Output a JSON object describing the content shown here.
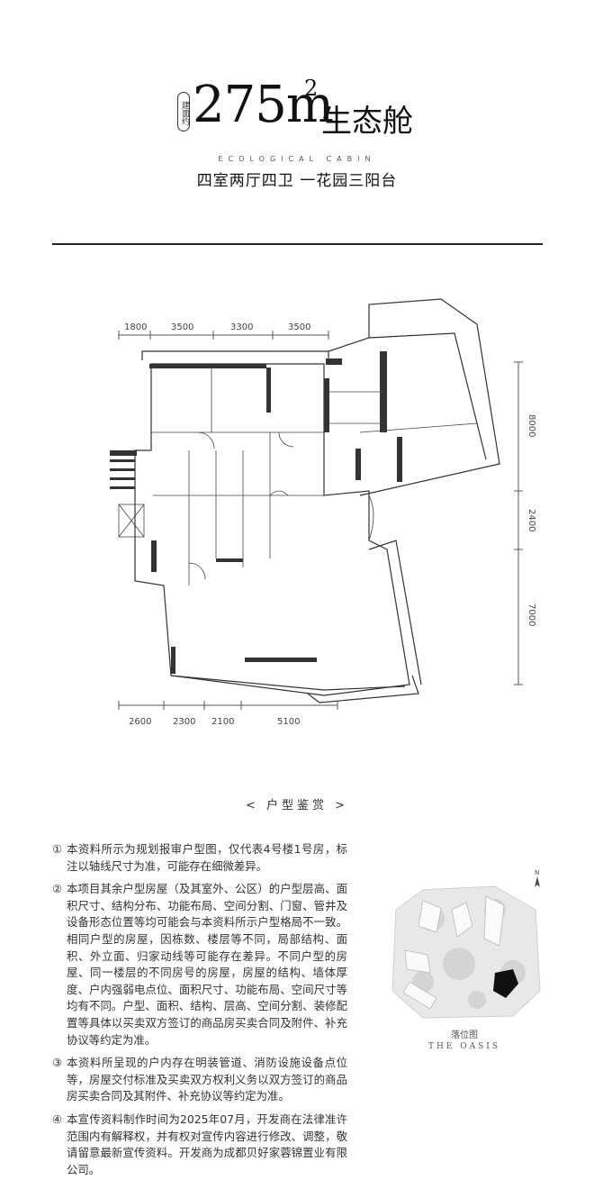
{
  "header": {
    "badge": "建面约",
    "area_number": "275m",
    "area_sup": "2",
    "name": "生态舱",
    "english": "ECOLOGICAL CABIN",
    "subtitle": "四室两厅四卫  一花园三阳台"
  },
  "plan": {
    "top_dims": [
      "1800",
      "3500",
      "3300",
      "3500"
    ],
    "bottom_dims": [
      "2600",
      "2300",
      "2100",
      "5100"
    ],
    "right_dims": [
      "8000",
      "2400",
      "7000"
    ]
  },
  "caption": "< 户型鉴赏 >",
  "notes": [
    {
      "num": "①",
      "text": "本资料所示为规划报审户型图，仅代表4号楼1号房，标注以轴线尺寸为准，可能存在细微差异。"
    },
    {
      "num": "②",
      "text": "本项目其余户型房屋（及其室外、公区）的户型层高、面积尺寸、结构分布、功能布局、空间分割、门窗、管井及设备形态位置等均可能会与本资料所示户型格局不一致。相同户型的房屋，因栋数、楼层等不同，局部结构、面积、外立面、归家动线等可能存在差异。不同户型的房屋、同一楼层的不同房号的房屋，房屋的结构、墙体厚度、户内强弱电点位、面积尺寸、功能布局、空间尺寸等均有不同。户型、面积、结构、层高、空间分割、装修配置等具体以买卖双方签订的商品房买卖合同及附件、补充协议等约定为准。"
    },
    {
      "num": "③",
      "text": "本资料所呈现的户内存在明装管道、消防设施设备点位等，房屋交付标准及买卖双方权利义务以双方签订的商品房买卖合同及其附件、补充协议等约定为准。"
    },
    {
      "num": "④",
      "text": "本宣传资料制作时间为2025年07月，开发商在法律准许范围内有解释权，并有权对宣传内容进行修改、调整，敬请留意最新宣传资料。开发商为成都贝好家蓉锦置业有限公司。"
    }
  ],
  "location": {
    "north": "N",
    "label_cn": "落位图",
    "label_en": "THE OASIS"
  }
}
